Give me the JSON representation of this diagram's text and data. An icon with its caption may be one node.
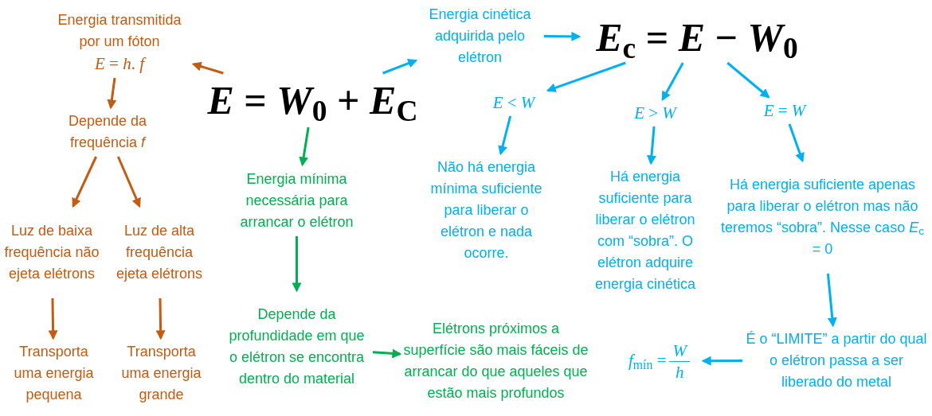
{
  "diagram": {
    "nodes": [
      {
        "text": [
          "Energia transmitida por um fóton",
          "*E* = *h*. *f*"
        ]
      },
      {
        "text": [
          "*E* = *W*$_{0}$ + *E*$_{C}$"
        ]
      },
      {
        "text": [
          "Depende da frequência *f*"
        ]
      },
      {
        "text": [
          "Luz de baixa frequência não ejeta elétrons"
        ]
      },
      {
        "text": [
          "Luz de alta frequência ejeta elétrons"
        ]
      },
      {
        "text": [
          "Transporta uma energia pequena"
        ]
      },
      {
        "text": [
          "Transporta uma energia grande"
        ]
      },
      {
        "text": [
          "Energia mínima necessária para arrancar o elétron"
        ]
      },
      {
        "text": [
          "Depende da profundidade em que o elétron se encontra dentro do material"
        ]
      },
      {
        "text": [
          "Elétrons próximos a superfície são mais fáceis de arrancar do que aqueles que estão mais profundos"
        ]
      },
      {
        "text": [
          "Energia cinética adquirida pelo elétron"
        ]
      },
      {
        "text": [
          "*E*$_{c}$ = *E* − *W*$_{0}$"
        ]
      },
      {
        "text": [
          "*E* < *W*"
        ]
      },
      {
        "text": [
          "*E* > *W*"
        ]
      },
      {
        "text": [
          "*E* = *W*"
        ]
      },
      {
        "text": [
          "Não há energia mínima suficiente para liberar o elétron e nada ocorre."
        ]
      },
      {
        "text": [
          "Há energia suficiente para liberar o elétron com “sobra”. O elétron adquire energia cinética"
        ]
      },
      {
        "text": [
          "Há energia suficiente apenas para liberar o elétron mas não teremos “sobra”. Nesse caso *E*$_{c}$ = 0"
        ]
      },
      {
        "text": [
          "É o “LIMITE” a partir do qual o elétron passa a ser liberado do metal"
        ]
      },
      {
        "text": [
          "*f*$_{mín}$ =",
          "*W*",
          "*h*"
        ]
      }
    ],
    "edges": [
      {
        "from": 1,
        "to": 0,
        "arrow": "to",
        "color": "#c55a11"
      },
      {
        "from": 0,
        "to": 2,
        "arrow": "to",
        "color": "#c55a11"
      },
      {
        "from": 2,
        "to": 3,
        "arrow": "to",
        "color": "#c55a11"
      },
      {
        "from": 2,
        "to": 4,
        "arrow": "to",
        "color": "#c55a11"
      },
      {
        "from": 3,
        "to": 5,
        "arrow": "to",
        "color": "#c55a11"
      },
      {
        "from": 4,
        "to": 6,
        "arrow": "to",
        "color": "#c55a11"
      },
      {
        "from": 1,
        "to": 7,
        "arrow": "to",
        "color": "#00b050"
      },
      {
        "from": 7,
        "to": 8,
        "arrow": "to",
        "color": "#00b050"
      },
      {
        "from": 8,
        "to": 9,
        "arrow": "to",
        "color": "#00b050"
      },
      {
        "from": 1,
        "to": 10,
        "arrow": "to"
      },
      {
        "from": 10,
        "to": 11,
        "arrow": "to"
      },
      {
        "from": 11,
        "to": 12,
        "arrow": "to"
      },
      {
        "from": 11,
        "to": 13,
        "arrow": "to"
      },
      {
        "from": 11,
        "to": 14,
        "arrow": "to"
      },
      {
        "from": 12,
        "to": 15,
        "arrow": "to"
      },
      {
        "from": 13,
        "to": 16,
        "arrow": "to"
      },
      {
        "from": 14,
        "to": 17,
        "arrow": "to"
      },
      {
        "from": 17,
        "to": 18,
        "arrow": "to"
      },
      {
        "from": 18,
        "to": 19,
        "arrow": "to"
      }
    ]
  }
}
